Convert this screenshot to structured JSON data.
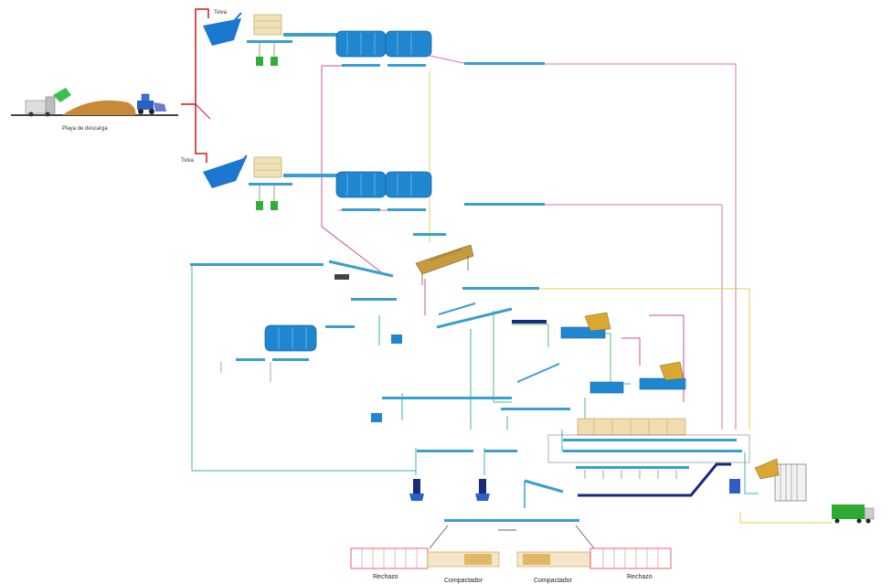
{
  "labels": {
    "tolva_top": "Tolva",
    "tolva_mid": "Tolva",
    "playa": "Playa de descarga",
    "rechazo_left": "Rechazo",
    "compactador_left": "Compactador",
    "compactador_right": "Compactador",
    "rechazo_right": "Rechazo"
  },
  "colors": {
    "conveyor": "#3a9fd0",
    "trommel": "#1f86d0",
    "trommel_dark": "#1565a8",
    "hopper": "#1a78d0",
    "feed_line": "#cc1a1a",
    "return_line": "#c8509a",
    "pink_line": "#d870a8",
    "green_line": "#4fc070",
    "yellow_line": "#e2d050",
    "teal_line": "#40b0b0",
    "feeder_green": "#2fae3a",
    "bunker": "#d8b070",
    "press": "#e0c890",
    "container": "#2faa30",
    "shovel": "#2c5fc8",
    "dark_blue": "#1a2a7a",
    "red_outline": "#e04050"
  }
}
